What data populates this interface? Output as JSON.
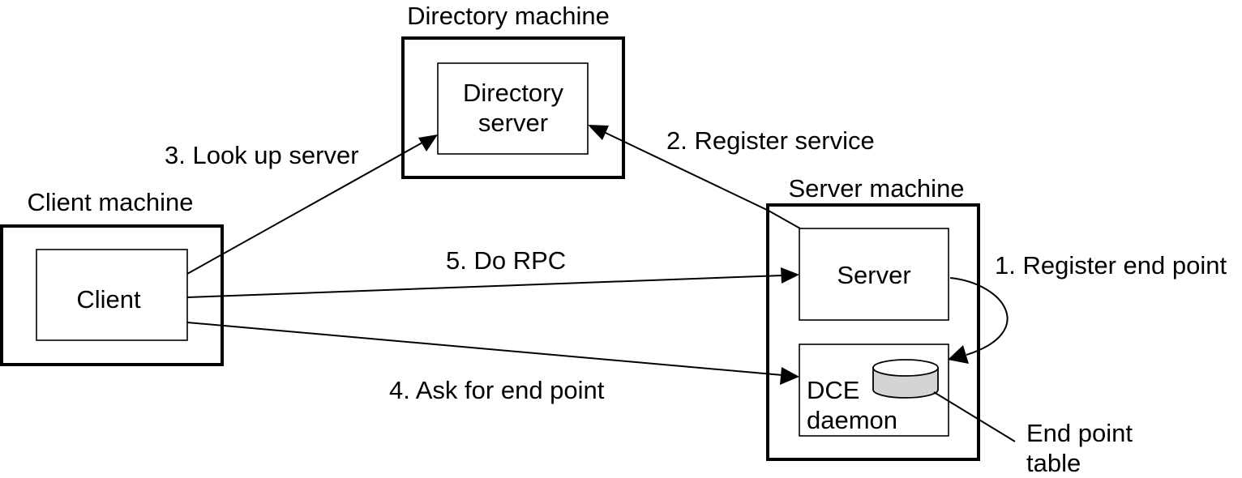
{
  "nodes": {
    "directory_machine": {
      "label": "Directory machine",
      "inner_lines": [
        "Directory",
        "server"
      ]
    },
    "client_machine": {
      "label": "Client machine",
      "inner_lines": [
        "Client"
      ]
    },
    "server_machine": {
      "label": "Server machine",
      "server_label": "Server",
      "daemon_lines": [
        "DCE",
        "daemon"
      ]
    },
    "end_point_table": {
      "lines": [
        "End point",
        "table"
      ],
      "fill": "#d4d4d4"
    }
  },
  "steps": [
    {
      "id": "register-end-point",
      "label": "1. Register end point"
    },
    {
      "id": "register-service",
      "label": "2. Register service"
    },
    {
      "id": "look-up-server",
      "label": "3. Look up server"
    },
    {
      "id": "ask-for-end-point",
      "label": "4. Ask for end point"
    },
    {
      "id": "do-rpc",
      "label": "5. Do RPC"
    }
  ]
}
